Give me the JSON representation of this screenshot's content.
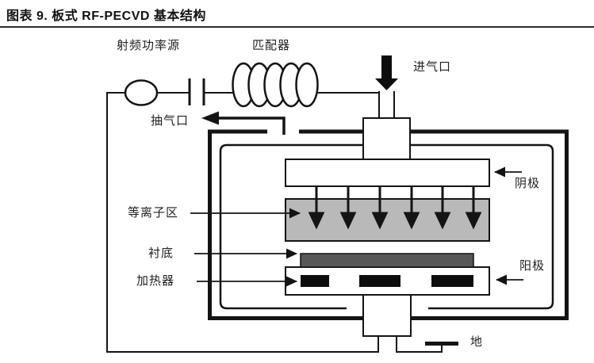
{
  "header": {
    "title": "图表 9. 板式 RF-PECVD 基本结构"
  },
  "labels": {
    "rf_power_source": "射频功率源",
    "matcher": "匹配器",
    "gas_inlet": "进气口",
    "exhaust_port": "抽气口",
    "cathode": "阴极",
    "plasma_zone": "等离子区",
    "substrate": "衬底",
    "heater": "加热器",
    "anode": "阳极",
    "ground": "地"
  },
  "colors": {
    "line": "#141414",
    "divider": "#2a2a2a",
    "plasma_fill": "#b9b9b9",
    "substrate_fill": "#575757",
    "heater_fill": "#0d0d0d",
    "background": "#ffffff"
  }
}
